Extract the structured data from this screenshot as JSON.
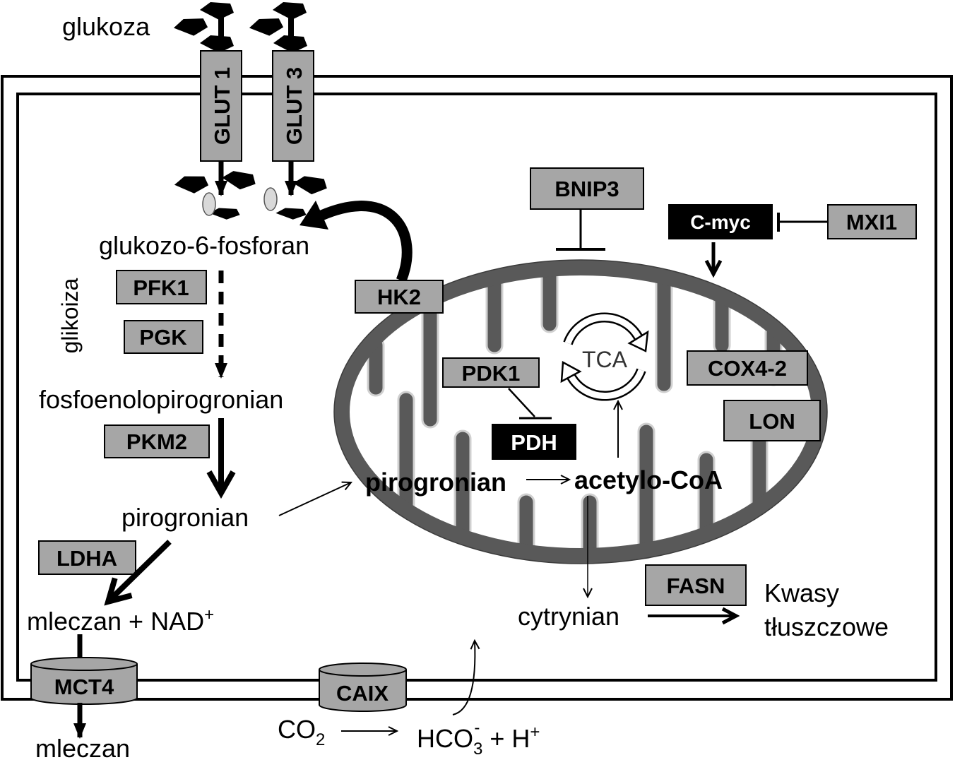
{
  "extracellular": {
    "glucose_label": "glukoza",
    "lactate_out_label": "mleczan",
    "co2": {
      "base": "CO",
      "sub": "2"
    },
    "bicarbonate": {
      "base": "HCO",
      "sub": "3",
      "sup": "-",
      "plus_h": "+ H",
      "h_sup": "+"
    }
  },
  "transporters": {
    "glut1": "GLUT 1",
    "glut3": "GLUT 3",
    "mct4": "MCT4",
    "caix": "CAIX"
  },
  "glycolysis": {
    "label": "glikoiza",
    "g6p": "glukozo-6-fosforan",
    "pfk1": "PFK1",
    "pgk": "PGK",
    "pep": "fosfoenolopirogronian",
    "pkm2": "PKM2",
    "pyruvate": "pirogronian",
    "ldha": "LDHA",
    "lactate_nad": "mleczan + NAD",
    "nad_sup": "+"
  },
  "regulators": {
    "hk2": "HK2",
    "bnip3": "BNIP3",
    "cmyc": "C-myc",
    "mxi1": "MXI1"
  },
  "mitochondrion": {
    "pdk1": "PDK1",
    "pdh": "PDH",
    "tca": "TCA",
    "pyruvate": "pirogronian",
    "acetyl_coa": "acetylo-CoA",
    "cox4_2": "COX4-2",
    "lon": "LON"
  },
  "lipogenesis": {
    "citrate": "cytrynian",
    "fasn": "FASN",
    "fatty_acids": [
      "Kwasy",
      "tłuszczowe"
    ]
  },
  "colors": {
    "enzyme_box": "#a6a6a6",
    "regulator_box_dark": "#000000",
    "mitochondrion": "#595959",
    "cristae_outline": "#d0d0d0",
    "glucose": "#000000",
    "vesicle": "#d9d9d9"
  }
}
